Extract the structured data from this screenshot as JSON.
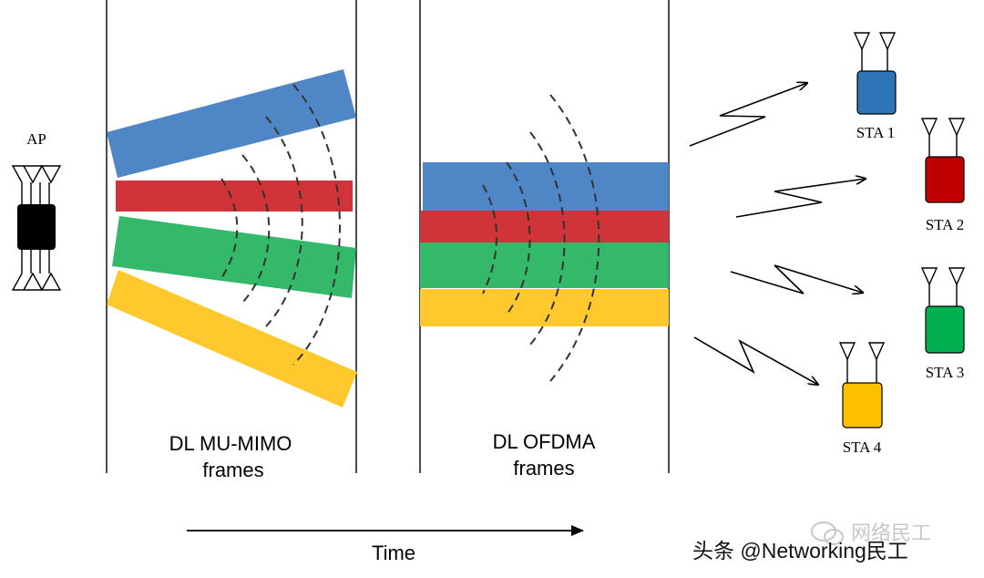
{
  "ap": {
    "label": "AP"
  },
  "stations": [
    {
      "label": "STA 1",
      "color": "#2e75b6"
    },
    {
      "label": "STA 2",
      "color": "#c00000"
    },
    {
      "label": "STA 3",
      "color": "#00b050"
    },
    {
      "label": "STA 4",
      "color": "#ffc000"
    }
  ],
  "panels": {
    "mu_mimo": {
      "line1": "DL MU-MIMO",
      "line2": "frames"
    },
    "ofdma": {
      "line1": "DL OFDMA",
      "line2": "frames"
    }
  },
  "frame_colors": {
    "blue": "#4f86c6",
    "red": "#d13438",
    "green": "#34b96a",
    "yellow": "#ffc82c"
  },
  "time_axis": {
    "label": "Time"
  },
  "watermark": {
    "text": "网络民工"
  },
  "credit": {
    "text": "头条 @Networking民工"
  }
}
